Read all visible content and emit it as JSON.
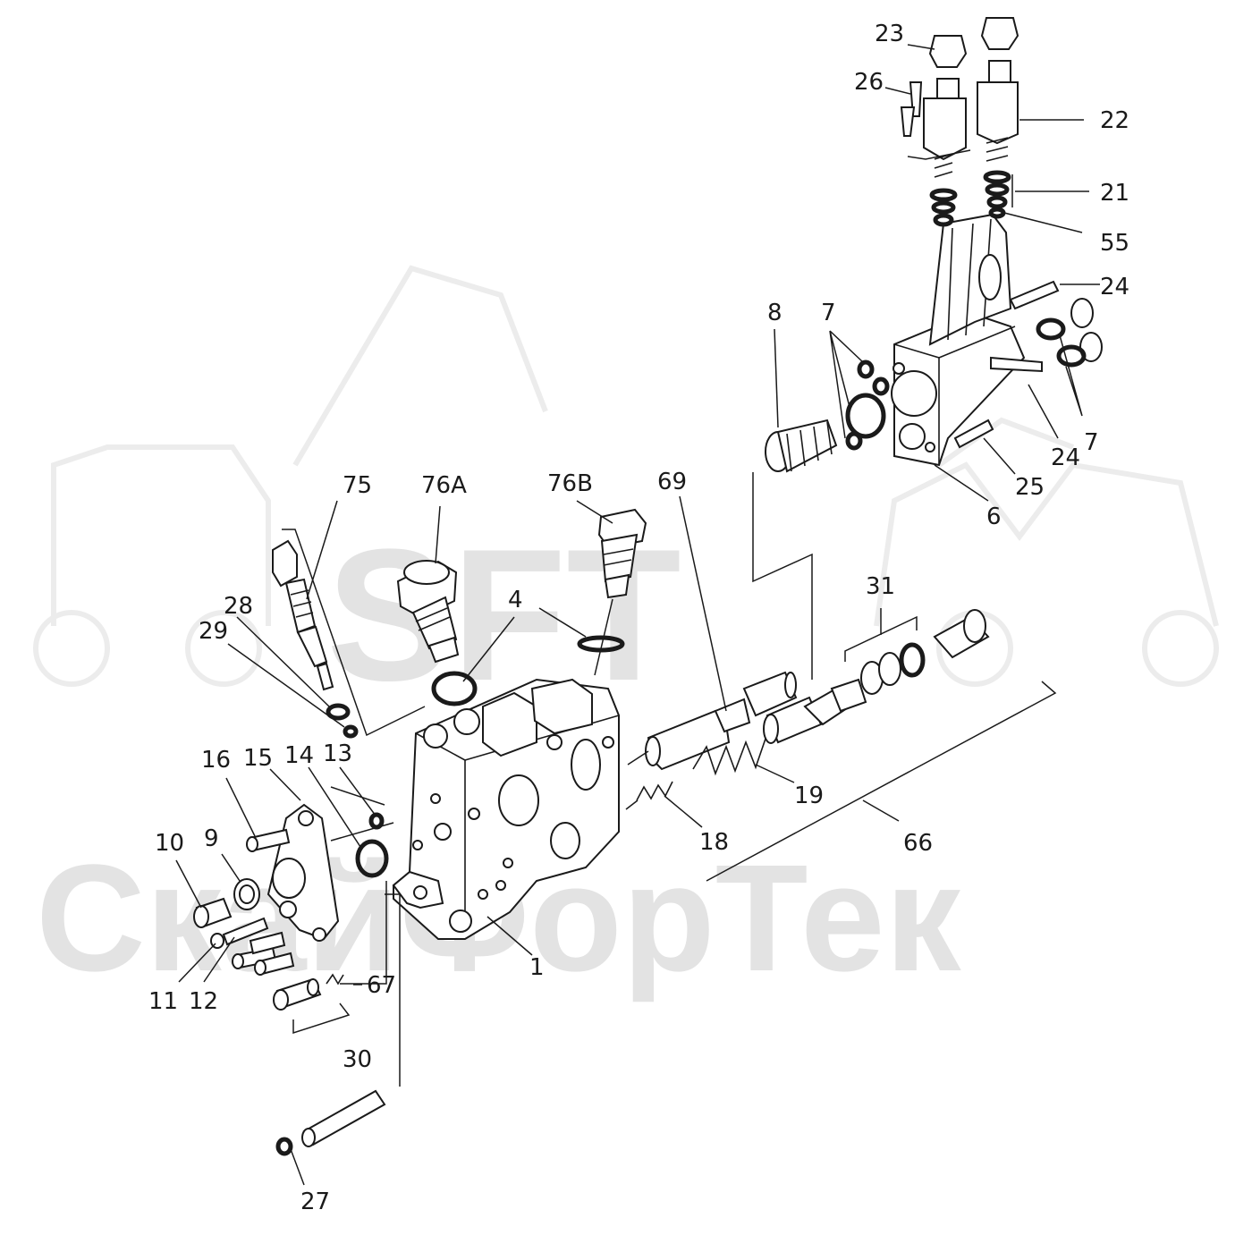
{
  "watermark": {
    "logo_text": "SFT",
    "brand_text": "СкайФорТек"
  },
  "colors": {
    "line": "#1a1a1a",
    "watermark": "#e3e3e3",
    "background": "#ffffff"
  },
  "callouts": {
    "c1": "1",
    "c4": "4",
    "c6": "6",
    "c7a": "7",
    "c7b": "7",
    "c8": "8",
    "c9": "9",
    "c10": "10",
    "c11": "11",
    "c12": "12",
    "c13": "13",
    "c14": "14",
    "c15": "15",
    "c16": "16",
    "c18": "18",
    "c19": "19",
    "c21": "21",
    "c22": "22",
    "c23": "23",
    "c24a": "24",
    "c24b": "24",
    "c25": "25",
    "c26": "26",
    "c27": "27",
    "c28": "28",
    "c29": "29",
    "c30": "30",
    "c31": "31",
    "c55": "55",
    "c66": "66",
    "c67": "67",
    "c69": "69",
    "c75": "75",
    "c76a": "76A",
    "c76b": "76B"
  }
}
